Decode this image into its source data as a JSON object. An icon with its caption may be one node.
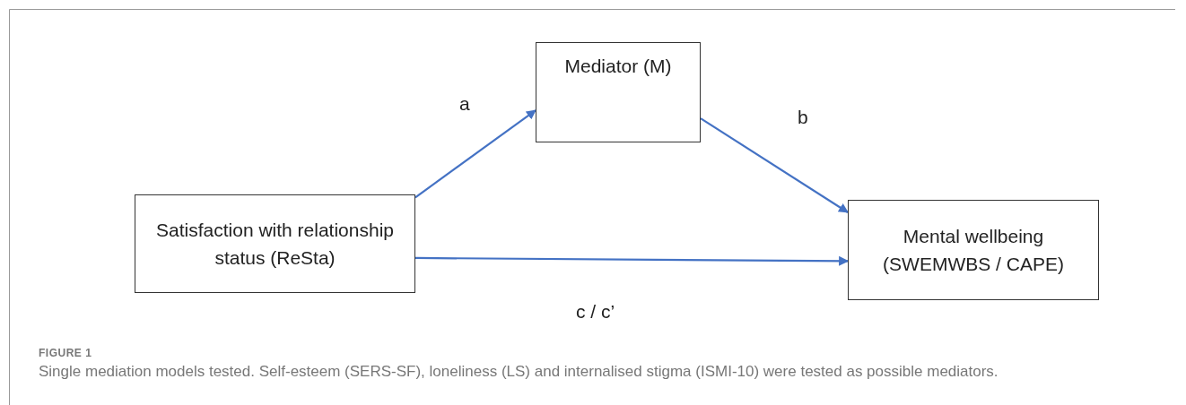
{
  "diagram": {
    "title": "FIGURE 1",
    "caption": "Single mediation models tested. Self-esteem (SERS-SF), loneliness (LS) and internalised stigma (ISMI-10) were tested as possible mediators.",
    "nodes": [
      {
        "text": [
          "Satisfaction with relationship status (ReSta)"
        ]
      },
      {
        "text": [
          "Mediator (M)"
        ]
      },
      {
        "text": [
          "Mental wellbeing (SWEMWBS / CAPE)"
        ]
      }
    ],
    "edges": [
      {
        "from": 0,
        "to": 1,
        "arrow": "to",
        "label": "a"
      },
      {
        "from": 1,
        "to": 2,
        "arrow": "to",
        "label": "b"
      },
      {
        "from": 0,
        "to": 2,
        "arrow": "to",
        "label": "c / c’"
      }
    ]
  }
}
